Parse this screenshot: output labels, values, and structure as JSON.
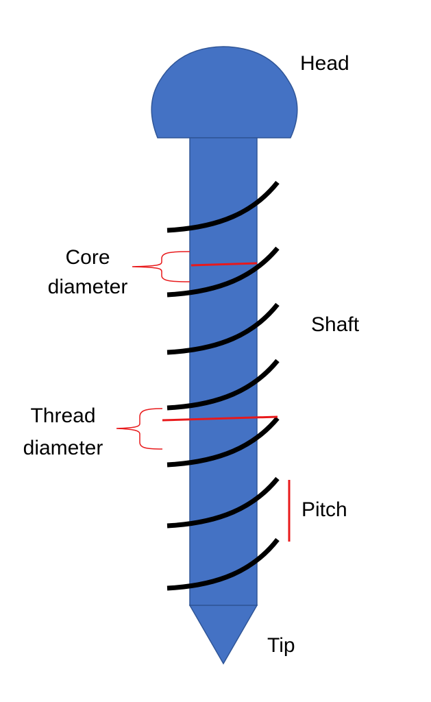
{
  "labels": {
    "head": "Head",
    "shaft": "Shaft",
    "tip": "Tip",
    "pitch": "Pitch",
    "core_line1": "Core",
    "core_line2": "diameter",
    "thread_line1": "Thread",
    "thread_line2": "diameter"
  },
  "colors": {
    "body": "#4472c4",
    "body_stroke": "#2f5597",
    "thread": "#000000",
    "annotation": "#e8191b"
  }
}
